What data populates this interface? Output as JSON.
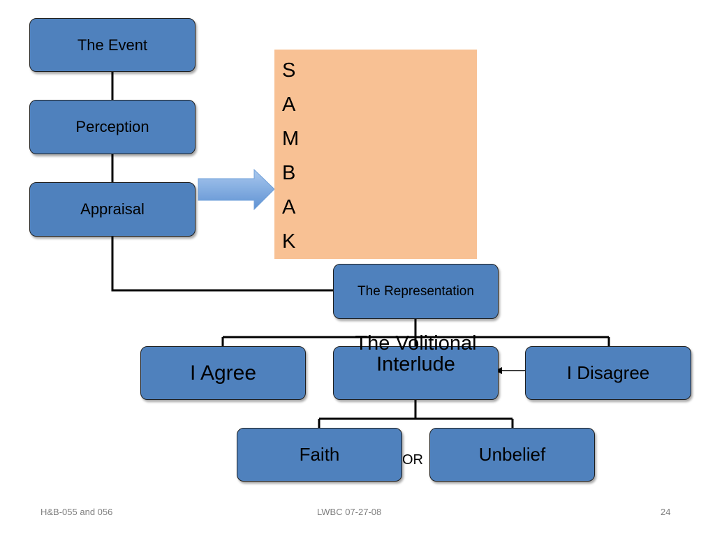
{
  "boxes": {
    "event": "The Event",
    "perception": "Perception",
    "appraisal": "Appraisal",
    "representation": "The Representation",
    "agree": "I Agree",
    "volitional_line1": "The Volitional",
    "volitional_line2": "Interlude",
    "disagree": "I Disagree",
    "faith": "Faith",
    "unbelief": "Unbelief"
  },
  "acronym": [
    "S",
    "A",
    "M",
    "B",
    "A",
    "K"
  ],
  "or_label": "OR",
  "footer": {
    "left": "H&B-055 and 056",
    "center": "LWBC 07-27-08",
    "page": "24"
  },
  "colors": {
    "box_fill": "#4f81bd",
    "acronym_fill": "#f8c194",
    "arrow": "#5b9bd5"
  }
}
